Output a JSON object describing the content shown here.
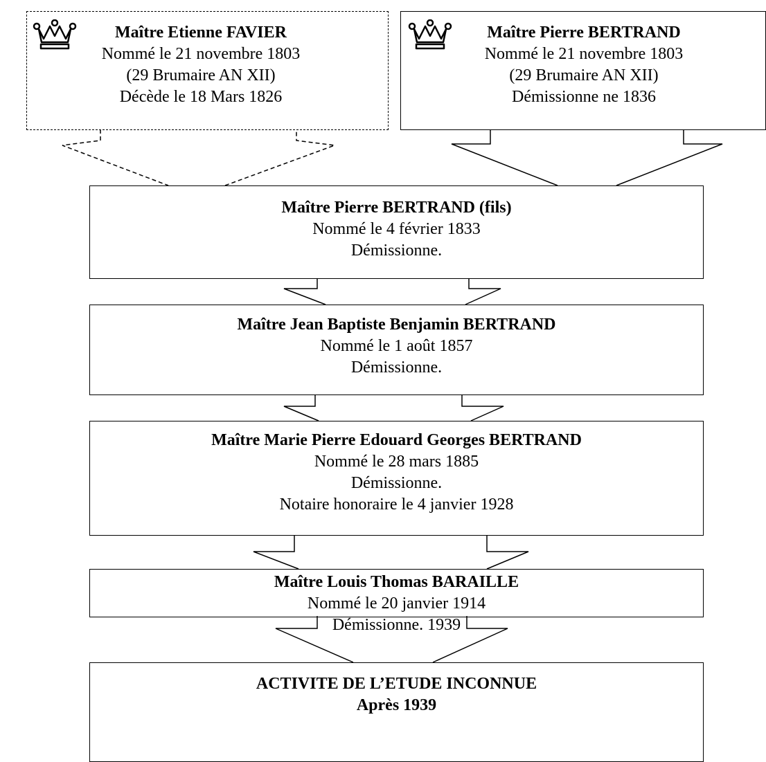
{
  "top_left": {
    "name": "Maître Etienne FAVIER",
    "lines": [
      "Nommé le 21 novembre 1803",
      "(29 Brumaire AN XII)",
      "Décède le 18 Mars 1826"
    ],
    "icon": "crown-icon"
  },
  "top_right": {
    "name": "Maître Pierre BERTRAND",
    "lines": [
      "Nommé le 21 novembre 1803",
      "(29 Brumaire AN XII)",
      "Démissionne ne 1836"
    ],
    "icon": "crown-icon"
  },
  "successors": [
    {
      "name": "Maître Pierre BERTRAND (fils)",
      "lines": [
        "Nommé le 4 février 1833",
        "Démissionne."
      ]
    },
    {
      "name": "Maître Jean Baptiste Benjamin BERTRAND",
      "lines": [
        "Nommé le 1 août 1857",
        "Démissionne."
      ]
    },
    {
      "name": "Maître Marie Pierre Edouard Georges BERTRAND",
      "lines": [
        "Nommé le 28 mars 1885",
        "Démissionne.",
        "Notaire honoraire le 4 janvier 1928"
      ]
    },
    {
      "name": "Maître Louis Thomas BARAILLE",
      "lines": [
        "Nommé le 20 janvier 1914",
        "Démissionne.  1939"
      ]
    }
  ],
  "final": {
    "title": "ACTIVITE DE L’ETUDE INCONNUE",
    "subtitle": "Après 1939"
  }
}
